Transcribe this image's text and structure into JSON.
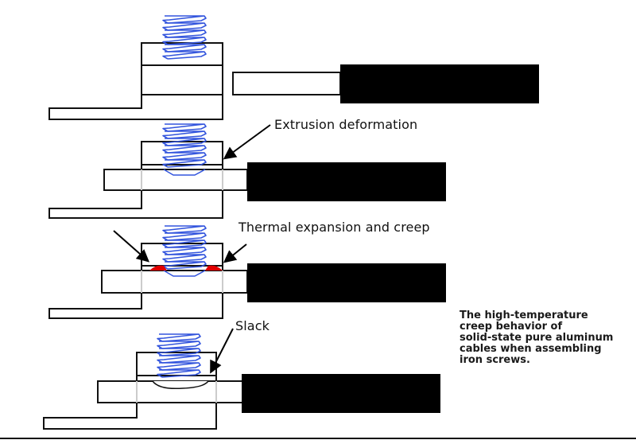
{
  "diagram": {
    "title": "High-temperature creep of aluminum cable under iron screw terminal",
    "stages": [
      {
        "name": "initial-assembly",
        "label": ""
      },
      {
        "name": "extrusion-deformation",
        "label": "Extrusion deformation"
      },
      {
        "name": "thermal-expansion-creep",
        "label": "Thermal expansion and creep"
      },
      {
        "name": "slack",
        "label": "Slack"
      }
    ],
    "note_lines": [
      "The high-temperature",
      "creep behavior of",
      "solid-state pure aluminum",
      "cables when assembling",
      "iron screws."
    ],
    "colors": {
      "screw": "#3355dd",
      "creep": "#e00000",
      "cable_insulation": "#000000",
      "outline": "#111111"
    }
  }
}
